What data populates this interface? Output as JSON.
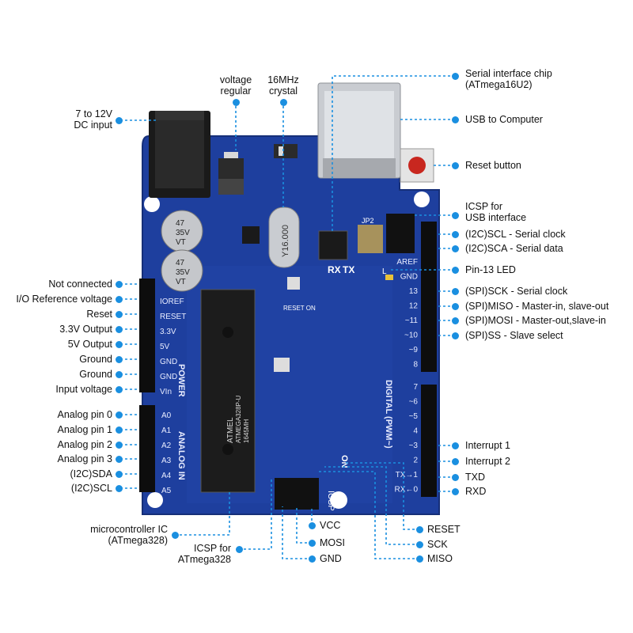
{
  "board": {
    "header_labels": [
      "IOREF",
      "RESET",
      "3.3V",
      "5V",
      "GND",
      "GND",
      "VIn"
    ],
    "power_title": "POWER",
    "analog_labels": [
      "A0",
      "A1",
      "A2",
      "A3",
      "A4",
      "A5"
    ],
    "analog_title": "ANALOG IN",
    "digital_title": "DIGITAL (PWM~)",
    "digital_top": [
      "AREF",
      "GND",
      "13",
      "12",
      "~11",
      "~10",
      "~9",
      "8"
    ],
    "digital_bottom": [
      "7",
      "~6",
      "~5",
      "4",
      "~3",
      "2",
      "TX→1",
      "RX←0"
    ],
    "chip_text": [
      "ATMEL",
      "ATMEGA328P-U",
      "1645MH"
    ],
    "crystal_text": "Y16.000",
    "cap_text": [
      "47",
      "35V",
      "VT"
    ],
    "jp2": "JP2",
    "tx": "TX",
    "rx": "RX",
    "on": "ON",
    "icsp": "ICSP",
    "reset_on": "RESET ON",
    "l_led": "L"
  },
  "callouts": {
    "dc_input": "7 to 12V\nDC input",
    "voltage_regular": "voltage\nregular",
    "crystal": "16MHz\ncrystal",
    "serial_chip": "Serial interface chip\n(ATmega16U2)",
    "usb": "USB to Computer",
    "reset_button": "Reset button",
    "icsp_usb": "ICSP for\nUSB interface",
    "scl": "(I2C)SCL - Serial clock",
    "sda": "(I2C)SCA - Serial data",
    "pin13_led": "Pin-13 LED",
    "sck": "(SPI)SCK - Serial clock",
    "miso": "(SPI)MISO - Master-in, slave-out",
    "mosi": "(SPI)MOSI - Master-out,slave-in",
    "ss": "(SPI)SS - Slave select",
    "not_connected": "Not connected",
    "io_ref": "I/O Reference voltage",
    "reset": "Reset",
    "out33": "3.3V Output",
    "out5": "5V Output",
    "ground1": "Ground",
    "ground2": "Ground",
    "input_voltage": "Input voltage",
    "analog0": "Analog pin 0",
    "analog1": "Analog pin 1",
    "analog2": "Analog pin 2",
    "analog3": "Analog pin 3",
    "a4sda": "(I2C)SDA",
    "a5scl": "(I2C)SCL",
    "interrupt1": "Interrupt 1",
    "interrupt2": "Interrupt 2",
    "txd": "TXD",
    "rxd": "RXD",
    "mcu": "microcontroller IC\n(ATmega328)",
    "icsp328": "ICSP for\nATmega328",
    "vcc": "VCC",
    "mosi_bottom": "MOSI",
    "gnd_bottom": "GND",
    "reset_bottom": "RESET",
    "sck_bottom": "SCK",
    "miso_bottom": "MISO"
  },
  "colors": {
    "board": "#1e3f9e",
    "board_dark": "#16307c",
    "leader": "#1a8fe0",
    "header": "#0d0d0d",
    "silk": "#e8ecff"
  }
}
